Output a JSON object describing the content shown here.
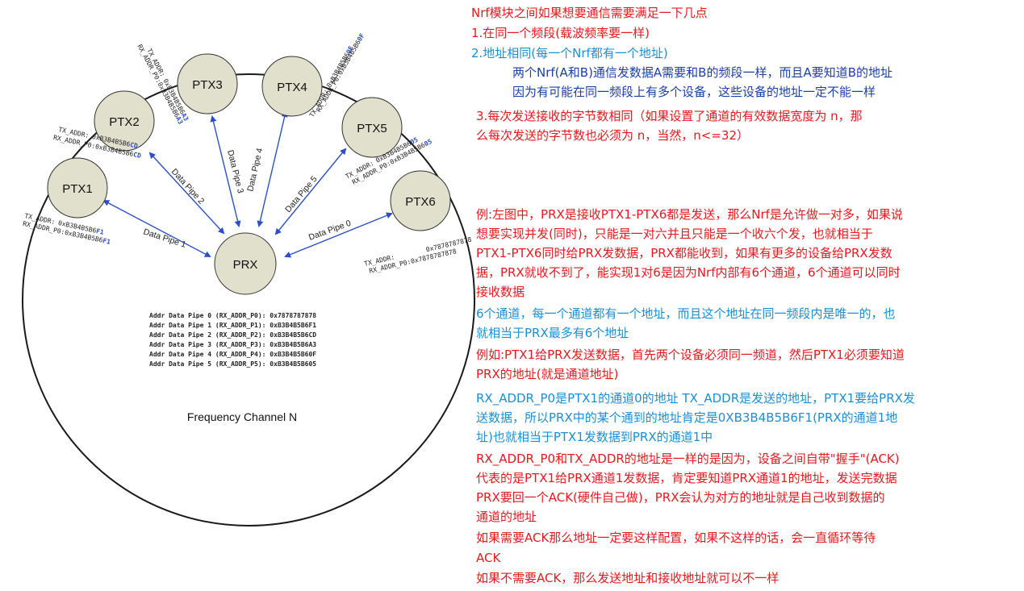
{
  "diagram": {
    "center_node": "PRX",
    "nodes": [
      {
        "label": "PTX1",
        "pipe_label": "Data Pipe 1",
        "tx_addr_line": "TX_ADDR:",
        "tx_addr_value": "0xB3B4B5B6F1",
        "rx_addr_line": "RX_ADDR_P0:",
        "rx_addr_value": "0xB3B4B5B6F1"
      },
      {
        "label": "PTX2",
        "pipe_label": "Data Pipe 2",
        "tx_addr_line": "TX_ADDR:",
        "tx_addr_value": "0xB3B4B5B6CD",
        "rx_addr_line": "RX_ADDR_P0:",
        "rx_addr_value": "0xB3B4B5B6CD"
      },
      {
        "label": "PTX3",
        "pipe_label": "Data Pipe 3",
        "tx_addr_line": "TX_ADDR:",
        "tx_addr_value": "0xB3B4B5B6A3",
        "rx_addr_line": "RX_ADDR_P0:",
        "rx_addr_value": "0xB3B4B5B6A3"
      },
      {
        "label": "PTX4",
        "pipe_label": "Data Pipe 4",
        "tx_addr_line": "TX_ADDR:",
        "tx_addr_value": "0xB3B4B5B60F",
        "rx_addr_line": "RX_ADDR_P0:",
        "rx_addr_value": "0xB3B4B5B60F"
      },
      {
        "label": "PTX5",
        "pipe_label": "Data Pipe 5",
        "tx_addr_line": "TX_ADDR:",
        "tx_addr_value": "0xB3B4B5B605",
        "rx_addr_line": "RX_ADDR_P0:",
        "rx_addr_value": "0xB3B4B5B605"
      },
      {
        "label": "PTX6",
        "pipe_label": "Data Pipe 0",
        "tx_addr_line": "TX_ADDR:",
        "tx_addr_value": "0x7878787878",
        "rx_addr_line": "RX_ADDR_P0:",
        "rx_addr_value": "0x7878787878"
      }
    ],
    "pipe_table": [
      "Addr Data Pipe 0 (RX_ADDR_P0): 0x7878787878",
      "Addr Data Pipe 1 (RX_ADDR_P1): 0xB3B4B5B6F1",
      "Addr Data Pipe 2 (RX_ADDR_P2): 0xB3B4B5B6CD",
      "Addr Data Pipe 3 (RX_ADDR_P3): 0xB3B4B5B6A3",
      "Addr Data Pipe 4 (RX_ADDR_P4): 0xB3B4B5B60F",
      "Addr Data Pipe 5 (RX_ADDR_P5): 0xB3B4B5B605"
    ],
    "frequency_label": "Frequency Channel N",
    "colors": {
      "node_fill": "#e1e0cc",
      "arrow": "#2b4fc7",
      "addr_highlight": "#2b4fc7"
    }
  },
  "notes": {
    "heading": "Nrf模块之间如果想要通信需要满足一下几点",
    "point1": "1.在同一个频段(载波频率要一样)",
    "point2": "2.地址相同(每一个Nrf都有一个地址)",
    "point2_sub1": "两个Nrf(A和B)通信发数据A需要和B的频段一样，而且A要知道B的地址",
    "point2_sub2": "因为有可能在同一频段上有多个设备，这些设备的地址一定不能一样",
    "point3_line1": "3.每次发送接收的字节数相同（如果设置了通道的有效数据宽度为 n，那",
    "point3_line2": "么每次发送的字节数也必须为 n，当然，n<=32）",
    "example_lines": [
      "例:左图中，PRX是接收PTX1-PTX6都是发送，那么Nrf是允许做一对多，如果说",
      "想要实现并发(同时)，只能是一对六并且只能是一个收六个发，也就相当于",
      "PTX1-PTX6同时给PRX发数据，PRX都能收到，如果有更多的设备给PRX发数",
      "据，PRX就收不到了，能实现1对6是因为Nrf内部有6个通道，6个通道可以同时",
      "接收数据"
    ],
    "channel_lines": [
      "6个通道，每一个通道都有一个地址，而且这个地址在同一频段内是唯一的，也",
      "就相当于PRX最多有6个地址"
    ],
    "example2_lines": [
      "例如:PTX1给PRX发送数据，首先两个设备必须同一频道，然后PTX1必须要知道",
      "PRX的地址(就是通道地址)"
    ],
    "rx_lines": [
      "RX_ADDR_P0是PTX1的通道0的地址 TX_ADDR是发送的地址，PTX1要给PRX发",
      "送数据，所以PRX中的某个通到的地址肯定是0XB3B4B5B6F1(PRX的通道1地",
      "址)也就相当于PTX1发数据到PRX的通道1中"
    ],
    "ack_lines": [
      "RX_ADDR_P0和TX_ADDR的地址是一样的是因为，设备之间自带\"握手\"(ACK)",
      "代表的是PTX1给PRX通道1发数据，肯定要知道PRX通道1的地址，发送完数据",
      "PRX要回一个ACK(硬件自己做)，PRX会认为对方的地址就是自己收到数据的",
      "通道的地址",
      "如果需要ACK那么地址一定要这样配置，如果不这样的话，会一直循环等待",
      "ACK",
      "如果不需要ACK，那么发送地址和接收地址就可以不一样"
    ]
  }
}
